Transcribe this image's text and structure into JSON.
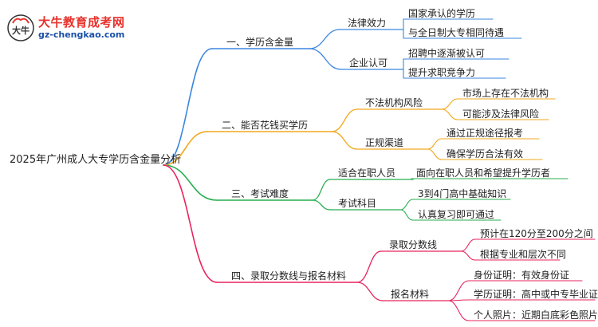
{
  "logo": {
    "title": "大牛教育成考网",
    "url": "gz-chengkao.com",
    "mark_text": "大牛"
  },
  "mindmap": {
    "root": "2025年广州成人大专学历含金量分析",
    "branches": [
      {
        "label": "一、学历含金量",
        "color": "#3a86e0",
        "children": [
          {
            "label": "法律效力",
            "children": [
              "国家承认的学历",
              "与全日制大专相同待遇"
            ]
          },
          {
            "label": "企业认可",
            "children": [
              "招聘中逐渐被认可",
              "提升求职竞争力"
            ]
          }
        ]
      },
      {
        "label": "二、能否花钱买学历",
        "color": "#f2a81d",
        "children": [
          {
            "label": "不法机构风险",
            "children": [
              "市场上存在不法机构",
              "可能涉及法律风险"
            ]
          },
          {
            "label": "正规渠道",
            "children": [
              "通过正规途径报考",
              "确保学历合法有效"
            ]
          }
        ]
      },
      {
        "label": "三、考试难度",
        "color": "#27ae4f",
        "children": [
          {
            "label": "适合在职人员",
            "children": [
              "面向在职人员和希望提升学历者"
            ]
          },
          {
            "label": "考试科目",
            "children": [
              "3到4门高中基础知识",
              "认真复习即可通过"
            ]
          }
        ]
      },
      {
        "label": "四、录取分数线与报名材料",
        "color": "#e8245e",
        "children": [
          {
            "label": "录取分数线",
            "children": [
              "预计在120分至200分之间",
              "根据专业和层次不同"
            ]
          },
          {
            "label": "报名材料",
            "children": [
              "身份证明：有效身份证",
              "学历证明：高中或中专毕业证",
              "个人照片：近期白底彩色照片"
            ]
          }
        ]
      }
    ]
  }
}
